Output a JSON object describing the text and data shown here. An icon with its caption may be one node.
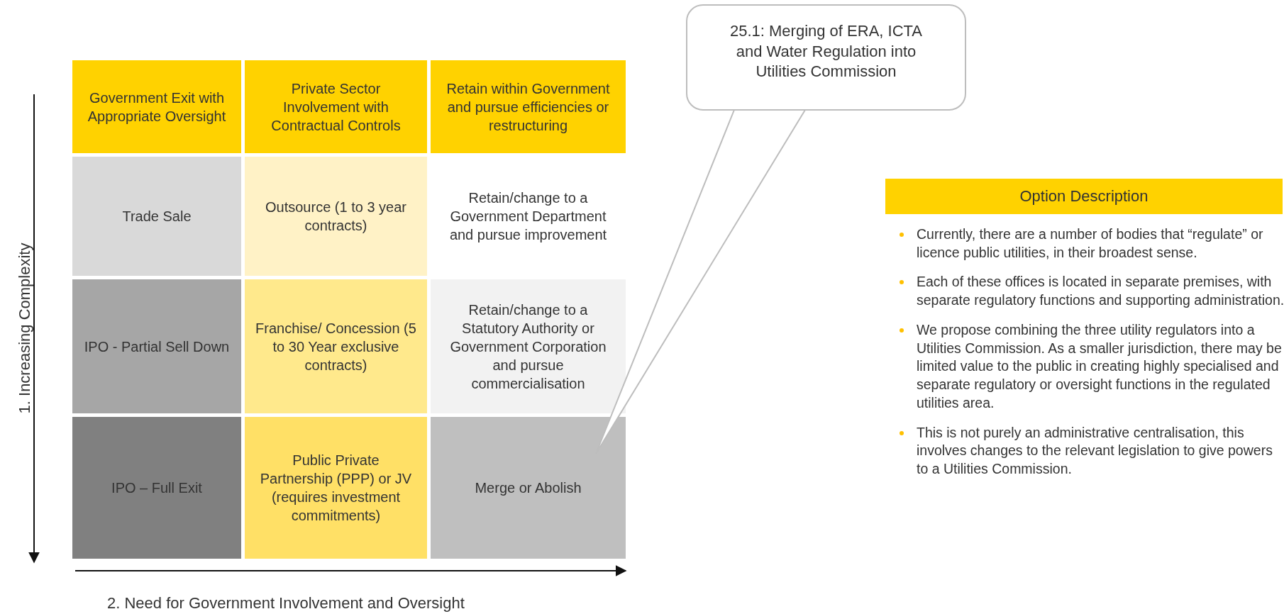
{
  "diagram": {
    "nodes": [
      {
        "text": [
          "Government Exit with Appropriate Oversight"
        ]
      },
      {
        "text": [
          "Private Sector Involvement with Contractual Controls"
        ]
      },
      {
        "text": [
          "Retain within Government and pursue efficiencies or restructuring"
        ]
      },
      {
        "text": [
          "Trade Sale"
        ]
      },
      {
        "text": [
          "Outsource (1 to 3 year contracts)"
        ]
      },
      {
        "text": [
          "Retain/change to a Government Department and pursue improvement"
        ]
      },
      {
        "text": [
          "IPO - Partial Sell Down"
        ]
      },
      {
        "text": [
          "Franchise/ Concession (5 to 30 Year exclusive contracts)"
        ]
      },
      {
        "text": [
          "Retain/change to a Statutory Authority or Government Corporation and pursue commercialisation"
        ]
      },
      {
        "text": [
          "IPO – Full Exit"
        ]
      },
      {
        "text": [
          "Public Private Partnership (PPP) or JV (requires investment commitments)"
        ]
      },
      {
        "text": [
          "Merge or Abolish"
        ]
      },
      {
        "text": [
          "25.1: Merging of ERA, ICTA and Water Regulation into Utilities Commission"
        ]
      },
      {
        "text": [
          "Option Description"
        ]
      }
    ],
    "edges": [
      {
        "from": 12,
        "to": 11,
        "arrow": "none"
      }
    ],
    "labels": [
      "1. Increasing Complexity",
      "2. Need for Government Involvement and Oversight",
      "Currently, there are a number of bodies that “regulate” or licence public utilities, in their broadest sense.",
      "Each of these offices is located in separate premises, with separate regulatory functions and supporting administration.",
      "We propose combining the three utility regulators into a Utilities Commission. As a smaller jurisdiction, there may be limited value to the public in creating highly specialised and separate regulatory or oversight functions in the regulated utilities area.",
      "This is not purely an administrative centralisation, this involves changes to the relevant legislation to give powers to a Utilities Commission."
    ]
  }
}
